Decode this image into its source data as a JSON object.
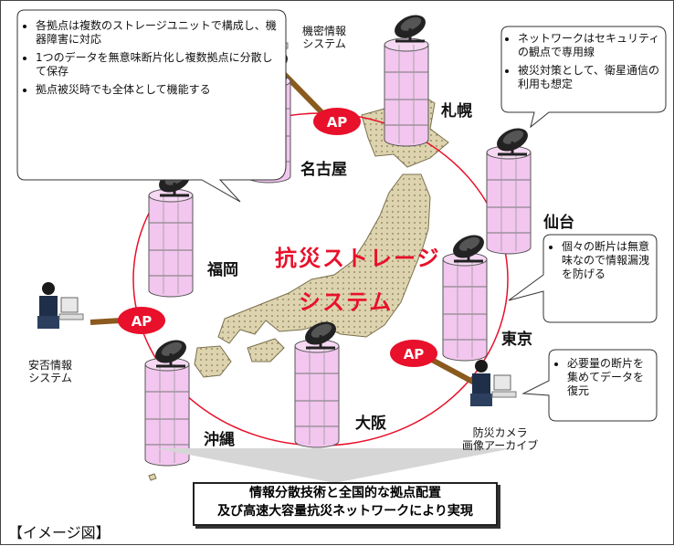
{
  "title_lines": [
    "抗災ストレージ",
    "システム"
  ],
  "cities": {
    "sapporo": "札幌",
    "nagoya": "名古屋",
    "sendai": "仙台",
    "fukuoka": "福岡",
    "tokyo": "東京",
    "osaka": "大阪",
    "okinawa": "沖縄"
  },
  "ap_label": "AP",
  "systems": {
    "secret": [
      "機密情報",
      "システム"
    ],
    "safety": [
      "安否情報",
      "システム"
    ],
    "camera": [
      "防災カメラ",
      "画像アーカイブ"
    ]
  },
  "callouts": {
    "left": [
      "各拠点は複数のストレージユニットで構成し、機器障害に対応",
      "1つのデータを無意味断片化し複数拠点に分散して保存",
      "拠点被災時でも全体として機能する"
    ],
    "right_top": [
      "ネットワークはセキュリティの観点で専用線",
      "被災対策として、衛星通信の利用も想定"
    ],
    "right_mid": [
      "個々の断片は無意味なので情報漏洩を防げる"
    ],
    "right_bottom": [
      "必要量の断片を集めてデータを復元"
    ]
  },
  "bottom_box": [
    "情報分散技術と全国的な拠点配置",
    "及び高速大容量抗災ネットワークにより実現"
  ],
  "image_tag": "【イメージ図】",
  "colors": {
    "title": "#e8102a",
    "ring": "#e8102a",
    "ap_fill": "#e8102a",
    "storage": "#f2c6ee",
    "map": "#d8cfa8",
    "link": "#8a5a1e"
  }
}
